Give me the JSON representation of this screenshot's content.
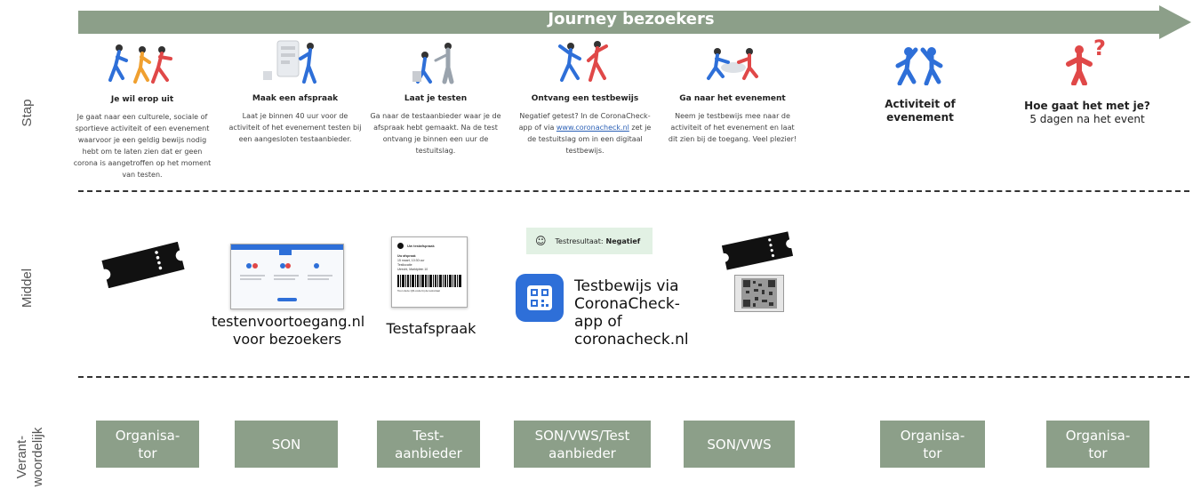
{
  "journey_title": "Journey bezoekers",
  "row_labels": {
    "stap": "Stap",
    "middel": "Middel",
    "verantwoordelijk_line1": "Verant-",
    "verantwoordelijk_line2": "woordelijk"
  },
  "colors": {
    "accent": "#8c9f89",
    "link": "#2a5fb5",
    "icon_blue": "#2e6fd8",
    "icon_red": "#e04848"
  },
  "steps": [
    {
      "title": "Je wil erop uit",
      "desc": "Je gaat naar een culturele, sociale of sportieve activiteit of een evenement waarvoor je een geldig bewijs nodig hebt om te laten zien dat er geen corona is aangetroffen op het moment van testen."
    },
    {
      "title": "Maak een afspraak",
      "desc": "Laat je binnen 40 uur voor de activiteit of het evenement testen bij een aangesloten testaanbieder."
    },
    {
      "title": "Laat je testen",
      "desc": "Ga naar de testaanbieder waar je de afspraak hebt gemaakt. Na de test ontvang je binnen een uur de testuitslag."
    },
    {
      "title": "Ontvang een testbewijs",
      "desc_part1": "Negatief getest? In de CoronaCheck-app of via",
      "desc_link": "www.coronacheck.nl",
      "desc_part2": "zet je de testuitslag om in een digitaal testbewijs."
    },
    {
      "title": "Ga naar het evenement",
      "desc": "Neem je testbewijs mee naar de activiteit of het evenement en laat dit zien bij de toegang. Veel plezier!"
    },
    {
      "title": "Activiteit of evenement"
    },
    {
      "title": "Hoe gaat het met je?",
      "subtitle": "5 dagen na het event"
    }
  ],
  "middel": {
    "website_caption_line1": "testenvoortoegang.nl",
    "website_caption_line2": "voor bezoekers",
    "afspraak_caption": "Testafspraak",
    "testresultaat_label": "Testresultaat:",
    "testresultaat_value": "Negatief",
    "app_caption_line1": "Testbewijs via",
    "app_caption_line2": "CoronaCheck-",
    "app_caption_line3": "app of",
    "app_caption_line4": "coronacheck.nl",
    "afspraak_doc_header": "Uw testafspraak",
    "afspraak_doc_l1": "Uw afspraak",
    "afspraak_doc_l2": "15 maart, 10:30 uur",
    "afspraak_doc_l3": "Testlocatie",
    "afspraak_doc_l4": "Utrecht, Marktplein 10",
    "afspraak_doc_footer": "Toon deze QR-code bij de teststraat"
  },
  "responsibles": [
    "Organisa-\ntor",
    "SON",
    "Test-\naanbieder",
    "SON/VWS/Test\naanbieder",
    "SON/VWS",
    "Organisa-\ntor",
    "Organisa-\ntor"
  ]
}
